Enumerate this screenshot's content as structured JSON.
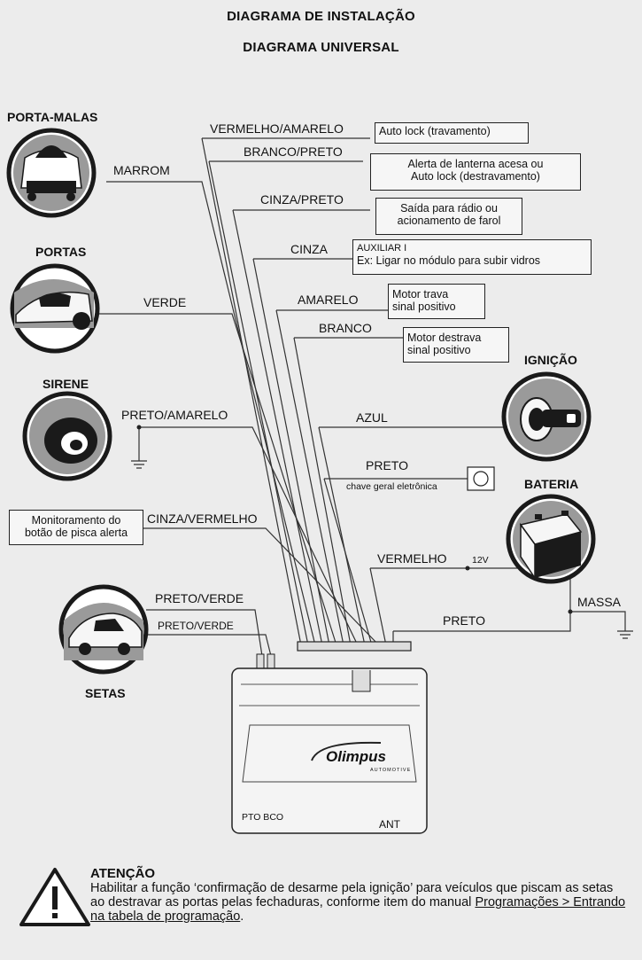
{
  "title": "DIAGRAMA DE INSTALAÇÃO",
  "subtitle": "DIAGRAMA UNIVERSAL",
  "components": {
    "porta_malas": "PORTA-MALAS",
    "portas": "PORTAS",
    "sirene": "SIRENE",
    "setas": "SETAS",
    "ignicao": "IGNIÇÃO",
    "bateria": "BATERIA"
  },
  "wires": {
    "vermelho_amarelo": "VERMELHO/AMARELO",
    "branco_preto": "BRANCO/PRETO",
    "marrom": "MARROM",
    "cinza_preto": "CINZA/PRETO",
    "cinza": "CINZA",
    "verde": "VERDE",
    "amarelo": "AMARELO",
    "branco": "BRANCO",
    "preto_amarelo": "PRETO/AMARELO",
    "azul": "AZUL",
    "preto_chave": "PRETO",
    "cinza_vermelho": "CINZA/VERMELHO",
    "vermelho": "VERMELHO",
    "massa": "MASSA",
    "preto_verde_1": "PRETO/VERDE",
    "preto_verde_2": "PRETO/VERDE",
    "preto_massa": "PRETO"
  },
  "notes": {
    "auto_lock": "Auto lock (travamento)",
    "alerta_1": "Alerta de lanterna acesa ou",
    "alerta_2": "Auto lock (destravamento)",
    "radio_1": "Saída para rádio ou",
    "radio_2": "acionamento de farol",
    "aux_1": "AUXILIAR I",
    "aux_2": "Ex: Ligar no módulo para subir vidros",
    "trava_1": "Motor trava",
    "trava_2": "sinal positivo",
    "destrava_1": "Motor destrava",
    "destrava_2": "sinal positivo",
    "chave": "chave geral eletrônica",
    "pisca_1": "Monitoramento do",
    "pisca_2": "botão de pisca alerta",
    "v12": "12V"
  },
  "module": {
    "brand": "Olimpus",
    "brand_sub": "AUTOMOTIVE",
    "pto_bco": "PTO  BCO",
    "ant": "ANT"
  },
  "warning": {
    "title": "ATENÇÃO",
    "text_1": "Habilitar a função ‘confirmação de desarme pela ignição’ para veículos que piscam as setas ao destravar as portas pelas fechaduras, conforme item do manual ",
    "link": "Programações > Entrando na tabela de programação",
    "text_2": "."
  },
  "colors": {
    "background": "#ececec",
    "line": "#222222",
    "icon_dark": "#1a1a1a",
    "icon_mid": "#8a8a8a"
  }
}
